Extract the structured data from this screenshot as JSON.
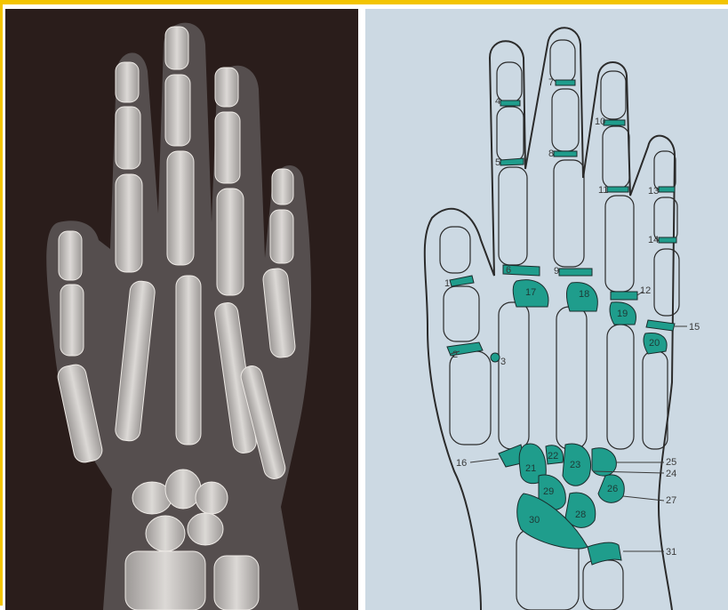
{
  "colors": {
    "frame_border": "#f3c400",
    "xray_background": "#2a1d1b",
    "diagram_background": "#ccd9e3",
    "ossification_center": "#1f9d8c",
    "outline": "#2b2b2b"
  },
  "diagram": {
    "labels": [
      "1",
      "2",
      "3",
      "4",
      "5",
      "6",
      "7",
      "8",
      "9",
      "10",
      "11",
      "12",
      "13",
      "14",
      "15",
      "16",
      "17",
      "18",
      "19",
      "20",
      "21",
      "22",
      "23",
      "24",
      "25",
      "26",
      "27",
      "28",
      "29",
      "30",
      "31"
    ]
  }
}
